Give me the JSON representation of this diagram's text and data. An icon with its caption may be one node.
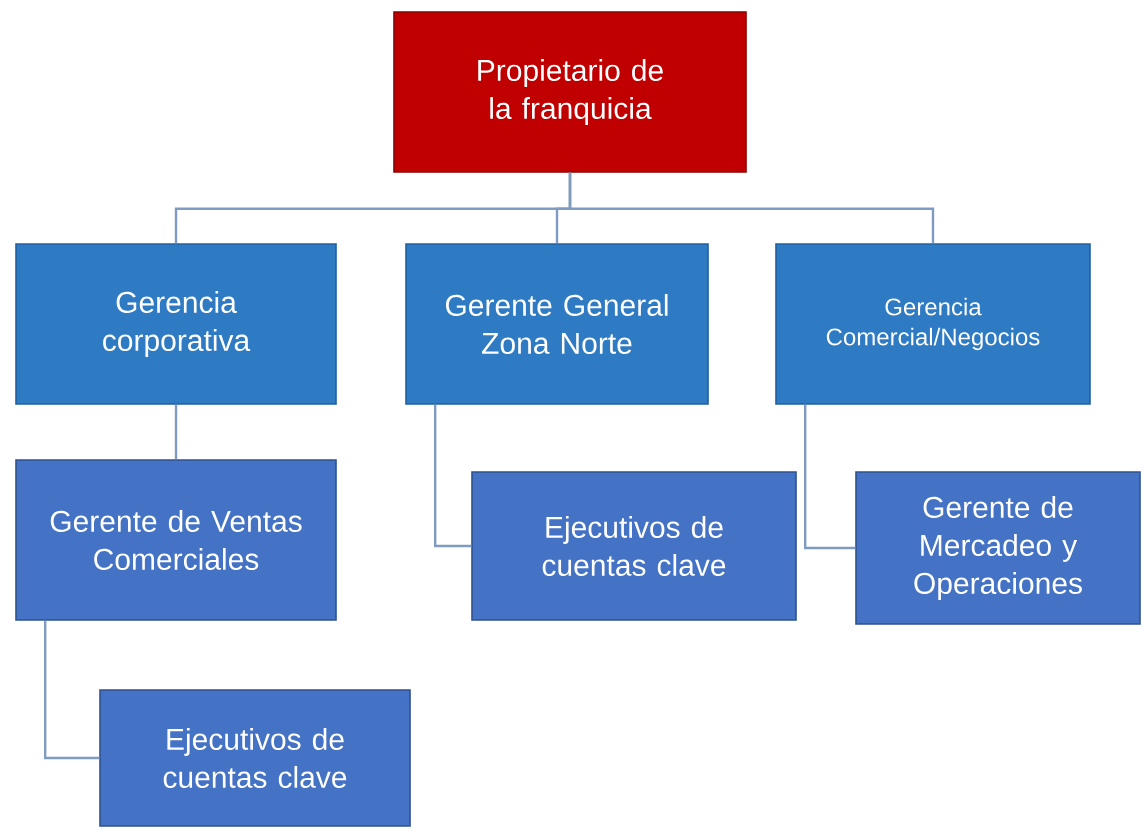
{
  "diagram": {
    "nodes": [
      {
        "text": [
          "Propietario de la franquicia"
        ]
      },
      {
        "text": [
          "Gerencia corporativa"
        ]
      },
      {
        "text": [
          "Gerente General Zona Norte"
        ]
      },
      {
        "text": [
          "Gerencia Comercial/Negocios"
        ]
      },
      {
        "text": [
          "Gerente de Ventas Comerciales"
        ]
      },
      {
        "text": [
          "Ejecutivos de cuentas clave"
        ]
      },
      {
        "text": [
          "Gerente de Mercadeo y Operaciones"
        ]
      },
      {
        "text": [
          "Ejecutivos de cuentas clave"
        ]
      }
    ],
    "edges": [
      {
        "from": 0,
        "to": 1,
        "arrow": "none"
      },
      {
        "from": 0,
        "to": 2,
        "arrow": "none"
      },
      {
        "from": 0,
        "to": 3,
        "arrow": "none"
      },
      {
        "from": 1,
        "to": 4,
        "arrow": "none"
      },
      {
        "from": 2,
        "to": 5,
        "arrow": "none"
      },
      {
        "from": 3,
        "to": 6,
        "arrow": "none"
      },
      {
        "from": 4,
        "to": 7,
        "arrow": "none"
      }
    ]
  }
}
